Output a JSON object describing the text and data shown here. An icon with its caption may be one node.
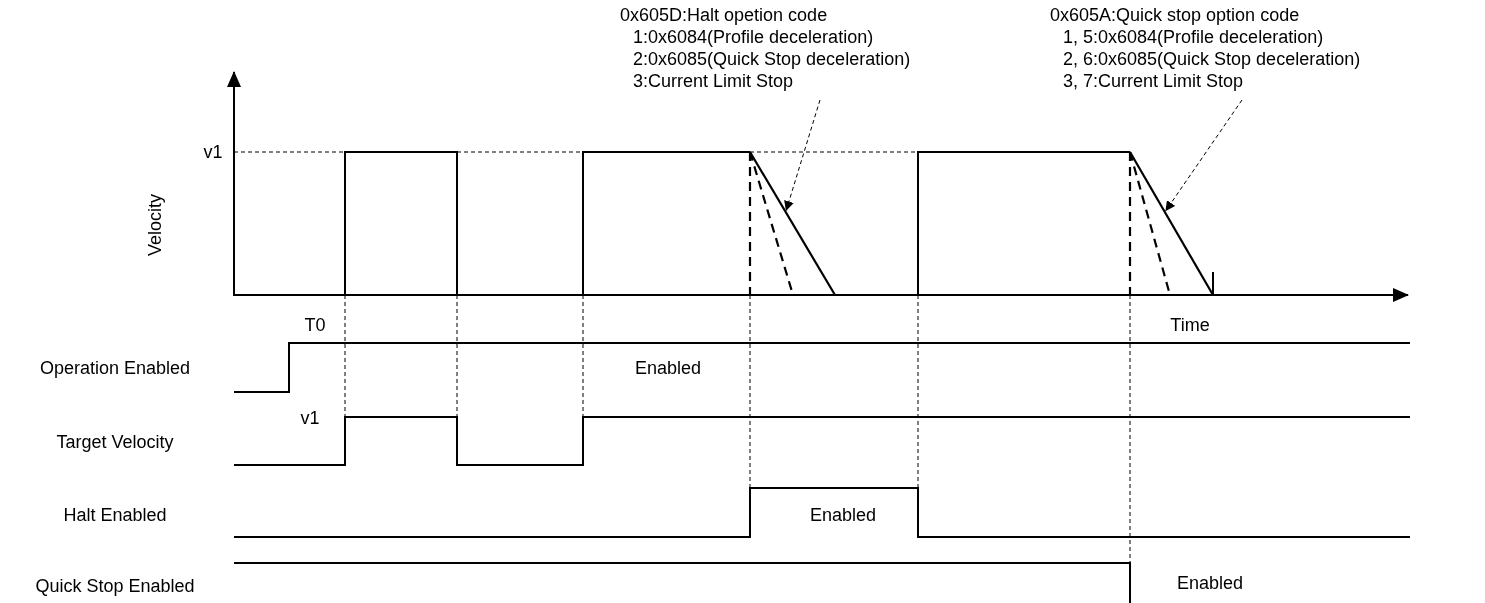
{
  "diagram": {
    "nodes": [
      {
        "text": [
          "0x605D:Halt opetion code",
          "1:0x6084(Profile deceleration)",
          "2:0x6085(Quick Stop deceleration)",
          "3:Current Limit Stop"
        ]
      },
      {
        "text": [],
        "shape": "line"
      },
      {
        "text": [
          "0x605A:Quick stop option code",
          "1, 5:0x6084(Profile deceleration)",
          "2, 6:0x6085(Quick Stop deceleration)",
          "3, 7:Current Limit Stop"
        ]
      },
      {
        "text": [],
        "shape": "line"
      }
    ],
    "edges": [
      {
        "from": 0,
        "to": 1,
        "arrow": "to",
        "style": "dashed"
      },
      {
        "from": 2,
        "to": 3,
        "arrow": "to",
        "style": "dashed"
      }
    ],
    "labels": [
      "v1",
      "Velocity",
      "T0",
      "Time",
      "Operation Enabled",
      "Enabled",
      "v1",
      "Target Velocity",
      "Halt Enabled",
      "Enabled",
      "Quick Stop Enabled",
      "Enabled"
    ]
  }
}
